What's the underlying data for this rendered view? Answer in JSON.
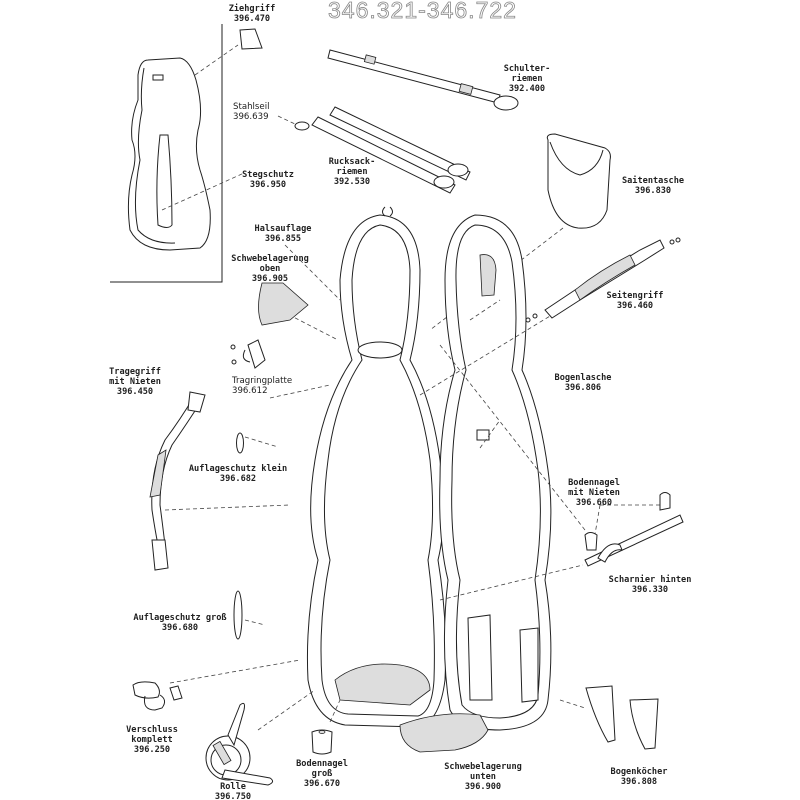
{
  "title": "346.321-346.722",
  "parts": {
    "ziehgriff": {
      "name": "Ziehgriff",
      "number": "396.470"
    },
    "stahlseil": {
      "name": "Stahlseil",
      "number": "396.639"
    },
    "stegschutz": {
      "name": "Stegschutz",
      "number": "396.950"
    },
    "schulterriemen": {
      "name1": "Schulter-",
      "name2": "riemen",
      "number": "392.400"
    },
    "rucksackriemen": {
      "name1": "Rucksack-",
      "name2": "riemen",
      "number": "392.530"
    },
    "saitentasche": {
      "name": "Saitentasche",
      "number": "396.830"
    },
    "halsauflage": {
      "name": "Halsauflage",
      "number": "396.855"
    },
    "schwebelagerung_oben": {
      "name1": "Schwebelagerung",
      "name2": "oben",
      "number": "396.905"
    },
    "seitengriff": {
      "name": "Seitengriff",
      "number": "396.460"
    },
    "tragringplatte": {
      "name": "Tragringplatte",
      "number": "396.612"
    },
    "tragegriff": {
      "name1": "Tragegriff",
      "name2": "mit Nieten",
      "number": "396.450"
    },
    "bogenlasche": {
      "name": "Bogenlasche",
      "number": "396.806"
    },
    "auflageschutz_klein": {
      "name": "Auflageschutz klein",
      "number": "396.682"
    },
    "bodennagel_nieten": {
      "name1": "Bodennagel",
      "name2": "mit Nieten",
      "number": "396.660"
    },
    "scharnier": {
      "name": "Scharnier hinten",
      "number": "396.330"
    },
    "auflageschutz_gross": {
      "name": "Auflageschutz groß",
      "number": "396.680"
    },
    "verschluss": {
      "name1": "Verschluss",
      "name2": "komplett",
      "number": "396.250"
    },
    "rolle": {
      "name": "Rolle",
      "number": "396.750"
    },
    "bodennagel_gross": {
      "name1": "Bodennagel",
      "name2": "groß",
      "number": "396.670"
    },
    "schwebelagerung_unten": {
      "name1": "Schwebelagerung",
      "name2": "unten",
      "number": "396.900"
    },
    "bogenkoecher": {
      "name": "Bogenköcher",
      "number": "396.808"
    }
  }
}
